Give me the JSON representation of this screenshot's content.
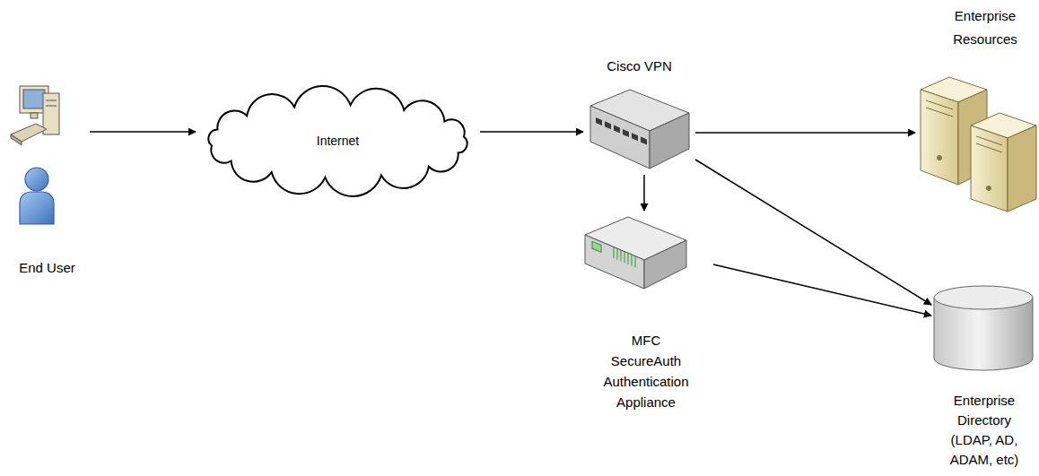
{
  "diagram": {
    "nodes": [
      {
        "text": [
          "End User"
        ]
      },
      {
        "text": [
          "Internet"
        ]
      },
      {
        "text": [
          "Cisco VPN"
        ]
      },
      {
        "text": [
          "Enterprise Resources"
        ]
      },
      {
        "text": [
          "MFC SecureAuth Authentication Appliance"
        ]
      },
      {
        "text": [
          "Enterprise Directory (LDAP, AD, ADAM, etc)"
        ]
      }
    ],
    "edges": [
      {
        "from": 0,
        "to": 1,
        "arrow": "to"
      },
      {
        "from": 1,
        "to": 2,
        "arrow": "to"
      },
      {
        "from": 2,
        "to": 3,
        "arrow": "to"
      },
      {
        "from": 2,
        "to": 4,
        "arrow": "to"
      },
      {
        "from": 2,
        "to": 5,
        "arrow": "to"
      },
      {
        "from": 4,
        "to": 5,
        "arrow": "to"
      }
    ]
  }
}
